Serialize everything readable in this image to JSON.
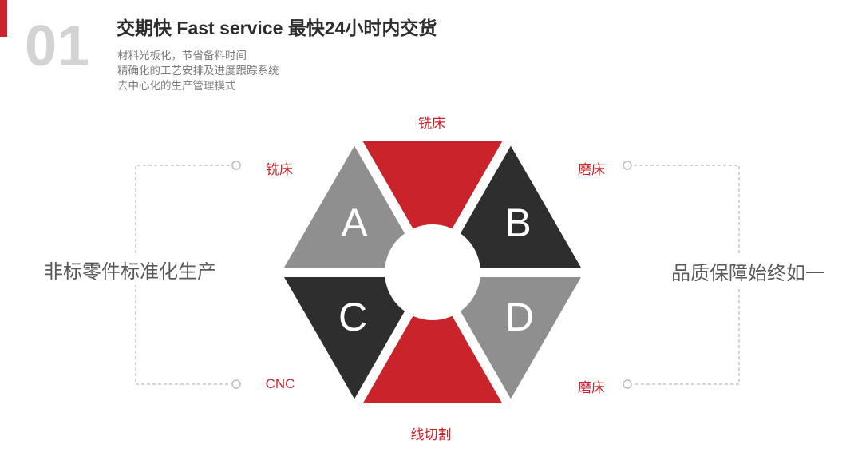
{
  "header": {
    "number": "01",
    "title": "交期快  Fast service 最快24小时内交货",
    "subtitle_lines": [
      "材料光板化，节省备料时间",
      "精确化的工艺安排及进度跟踪系统",
      "去中心化的生产管理模式"
    ]
  },
  "diagram": {
    "letters": {
      "a": "A",
      "b": "B",
      "c": "C",
      "d": "D"
    },
    "labels": {
      "top": "铣床",
      "upper_left": "铣床",
      "upper_right": "磨床",
      "lower_left": "CNC",
      "lower_right": "磨床",
      "bottom": "线切割"
    }
  },
  "side_text": {
    "left": "非标零件标准化生产",
    "right": "品质保障始终如一"
  },
  "colors": {
    "accent_red": "#c9242b",
    "segment_dark": "#2e2e2e",
    "segment_gray": "#8f8f8f",
    "label_red": "#c9242b",
    "number_gray": "#d3d3d3",
    "connector_gray": "#c6c6c6"
  }
}
